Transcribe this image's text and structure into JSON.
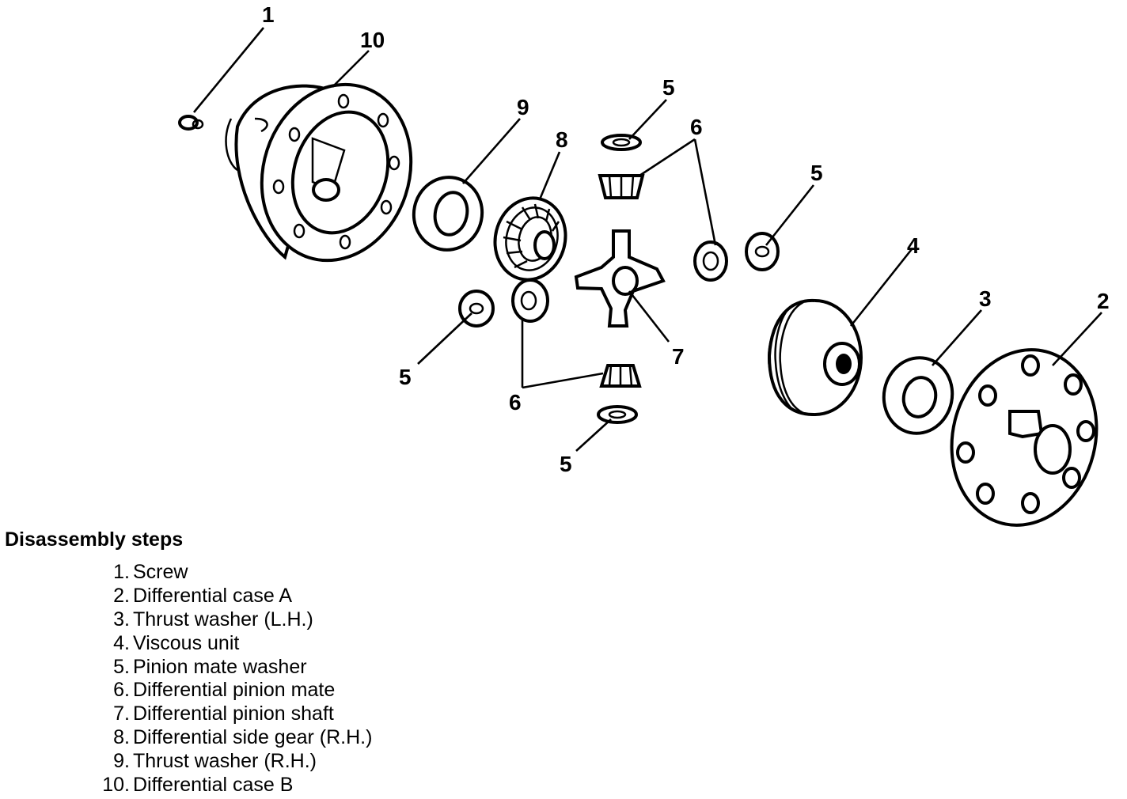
{
  "callouts": {
    "c1": "1",
    "c10": "10",
    "c9": "9",
    "c8": "8",
    "c5_top": "5",
    "c6_top": "6",
    "c5_right": "5",
    "c4": "4",
    "c3": "3",
    "c2": "2",
    "c5_left": "5",
    "c7": "7",
    "c6_bottom": "6",
    "c5_bottom": "5"
  },
  "steps": {
    "title": "Disassembly steps",
    "items": [
      {
        "num": "1.",
        "label": "Screw"
      },
      {
        "num": "2.",
        "label": "Differential case A"
      },
      {
        "num": "3.",
        "label": "Thrust washer (L.H.)"
      },
      {
        "num": "4.",
        "label": "Viscous unit"
      },
      {
        "num": "5.",
        "label": "Pinion mate washer"
      },
      {
        "num": "6.",
        "label": "Differential pinion mate"
      },
      {
        "num": "7.",
        "label": "Differential pinion shaft"
      },
      {
        "num": "8.",
        "label": "Differential side gear (R.H.)"
      },
      {
        "num": "9.",
        "label": "Thrust washer (R.H.)"
      },
      {
        "num": "10.",
        "label": "Differential case B"
      }
    ]
  }
}
